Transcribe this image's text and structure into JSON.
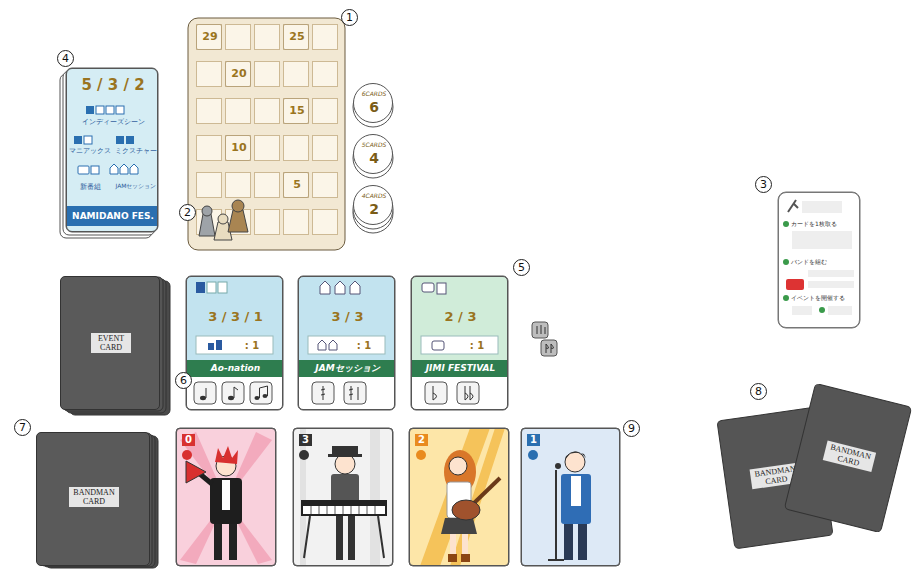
{
  "diagram": {
    "nodes": [
      {
        "text": [
          "29"
        ]
      },
      {
        "text": [
          "25"
        ]
      },
      {
        "text": [
          "20"
        ]
      },
      {
        "text": [
          "15"
        ]
      },
      {
        "text": [
          "10"
        ]
      },
      {
        "text": [
          "5"
        ]
      },
      {
        "text": [
          "6CARDS",
          "6"
        ]
      },
      {
        "text": [
          "5CARDS",
          "4"
        ]
      },
      {
        "text": [
          "4CARDS",
          "2"
        ]
      },
      {
        "text": [
          "5 / 3 / 2",
          "インディーズシーン",
          "マニアックス",
          "ミクスチャー",
          "新番組",
          "JAMセッション",
          "NAMIDANO FES."
        ]
      },
      {
        "text": [
          "EVENT CARD"
        ]
      },
      {
        "text": [
          "3 / 3 / 1",
          ": 1",
          "Ao-nation"
        ]
      },
      {
        "text": [
          "3 / 3",
          ": 1",
          "JAMセッション"
        ]
      },
      {
        "text": [
          "2 / 3",
          ": 1",
          "JIMI FESTIVAL"
        ]
      },
      {
        "text": [
          "BANDMAN CARD"
        ]
      },
      {
        "text": [
          "0"
        ]
      },
      {
        "text": [
          "3"
        ]
      },
      {
        "text": [
          "2"
        ]
      },
      {
        "text": [
          "1"
        ]
      },
      {
        "text": [
          "カードを1枚取る",
          "バンドを組む",
          "イベントを開催する"
        ]
      },
      {
        "text": [
          "BANDMAN CARD"
        ]
      },
      {
        "text": [
          "BANDMAN CARD"
        ]
      }
    ],
    "labels": [
      "1",
      "2",
      "3",
      "4",
      "5",
      "6",
      "7",
      "8",
      "9"
    ]
  }
}
